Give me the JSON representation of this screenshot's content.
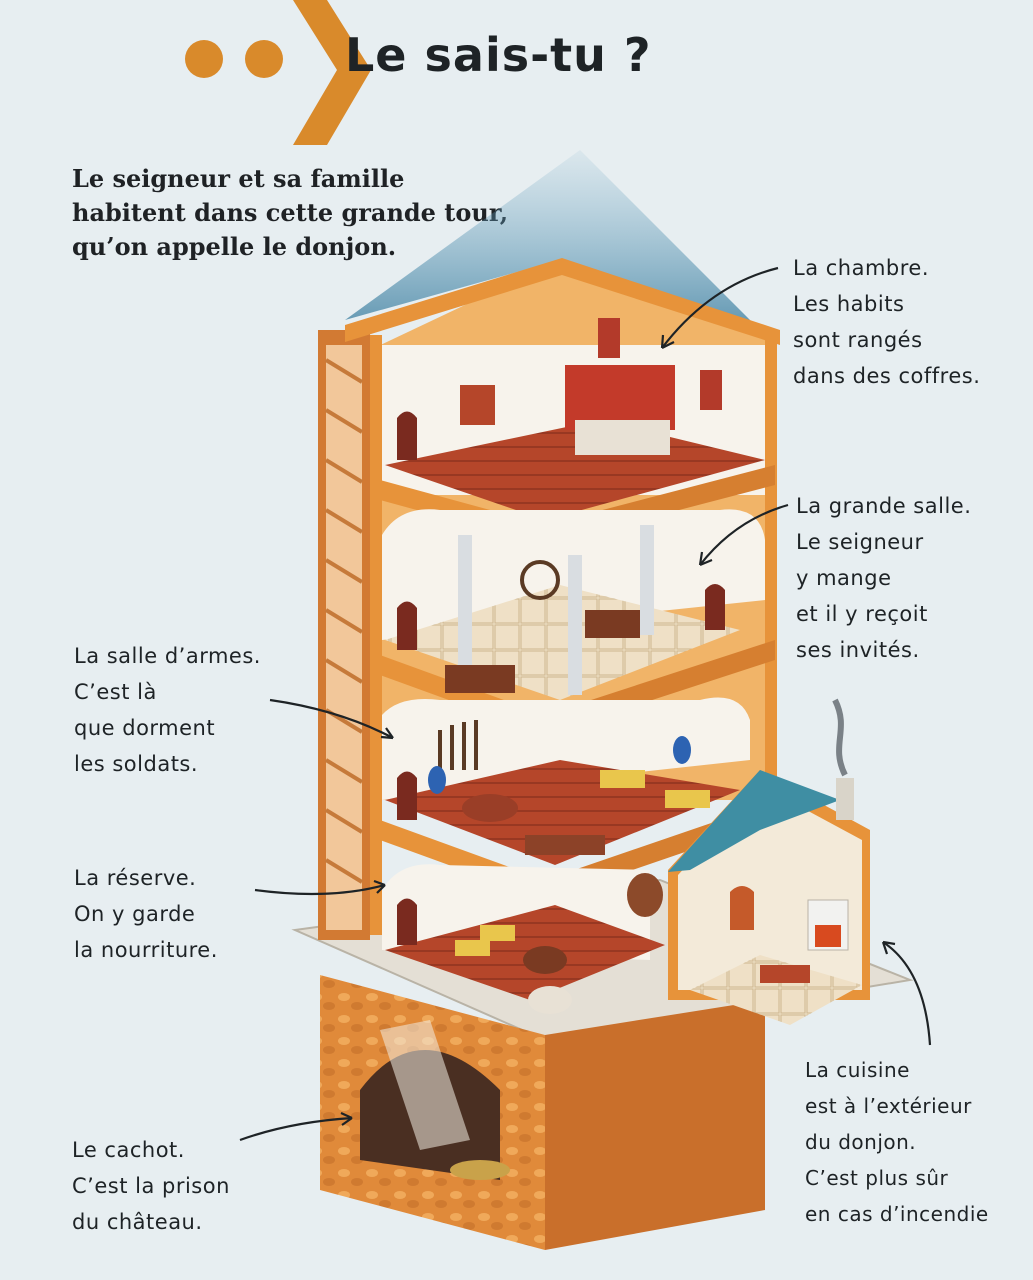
{
  "header": {
    "title": "Le sais-tu ?"
  },
  "intro": {
    "lines": [
      "Le seigneur et sa famille",
      "habitent dans cette grande tour,",
      "qu’on appelle le donjon."
    ]
  },
  "labels": {
    "chambre": [
      "La chambre.",
      "Les habits",
      "sont rangés",
      "dans des coffres."
    ],
    "grande_salle": [
      "La grande salle.",
      "Le seigneur",
      "y mange",
      "et il y reçoit",
      "ses invités."
    ],
    "salle_armes": [
      "La salle d’armes.",
      "C’est là",
      "que dorment",
      "les soldats."
    ],
    "reserve": [
      "La réserve.",
      "On y garde",
      "la nourriture."
    ],
    "cachot": [
      "Le cachot.",
      "C’est la prison",
      "du château."
    ],
    "cuisine": [
      "La cuisine",
      "est à l’extérieur",
      "du donjon.",
      "C’est plus sûr",
      "en cas d’incendie"
    ]
  },
  "colors": {
    "background": "#e7eef1",
    "accent_orange": "#d98a2b",
    "wall_orange": "#e7933a",
    "floor_red": "#b5462a",
    "roof_blue": "#3f8ea3",
    "text": "#1e2326"
  }
}
